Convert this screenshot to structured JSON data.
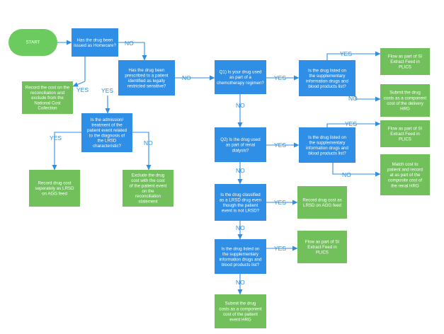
{
  "colors": {
    "start": "#6ccb5f",
    "decision": "#2f8ee5",
    "outcome": "#72c05b",
    "connector": "#2f8ee5",
    "label": "#2e8fd6"
  },
  "nodes": {
    "start": "START",
    "d_homecare": "Has the drug been issued as Homecare?",
    "d_lrsd_patient": "Has the drug been prescribed to a patient identified as legally restricted sensitive?",
    "o_record_exclude": "Record the cost on the reconciliation and exclude from the National Cost Collection",
    "d_admission": "Is the admission/ treatment of the patient event related to the diagnosis of the LRSD characteristic?",
    "o_record_lrsd_agg": "Record drug cost seperately as LRSD on AGG feed",
    "o_exclude_recon": "Exclude the drug cost with the cost of the patient event on the reconciliation statement",
    "q1_chemo": "Q1) Is your drug used as part of a chemotherapy regimen?",
    "d_list_1": "Is the drug listed on the supplementary information drugs and blood products list?",
    "o_flow_si_1": "Flow as part of SI Extract Feed in PLICS",
    "o_submit_delivery": "Submit the drug costs as a component cost of the delivery HRG",
    "q2_renal": "Q2) Is the drug used as part of renal dialysis?",
    "d_list_2": "Is the drug listed on the supplementary information drugs and blood products list?",
    "o_flow_si_2": "Flow as part of SI Extract Feed in PLICS",
    "o_match_renal": "Match cost to patient and record at as part of the composite cost of the renal HRG",
    "d_lrsd_classified": "Is the drug classified as a LRSD drug even though the patient event is not LRSD?",
    "o_record_agg": "Record drug cost as LRSD on AGG feed",
    "d_list_3": "Is the drug listed on the supplementary information drugs and blood products list?",
    "o_flow_si_3": "Flow as part of SI Extract Feed in PLICS",
    "o_submit_patient": "Submit the drug costs as a component cost of the patient event HRG"
  },
  "labels": {
    "yes": "YES",
    "no": "NO"
  }
}
